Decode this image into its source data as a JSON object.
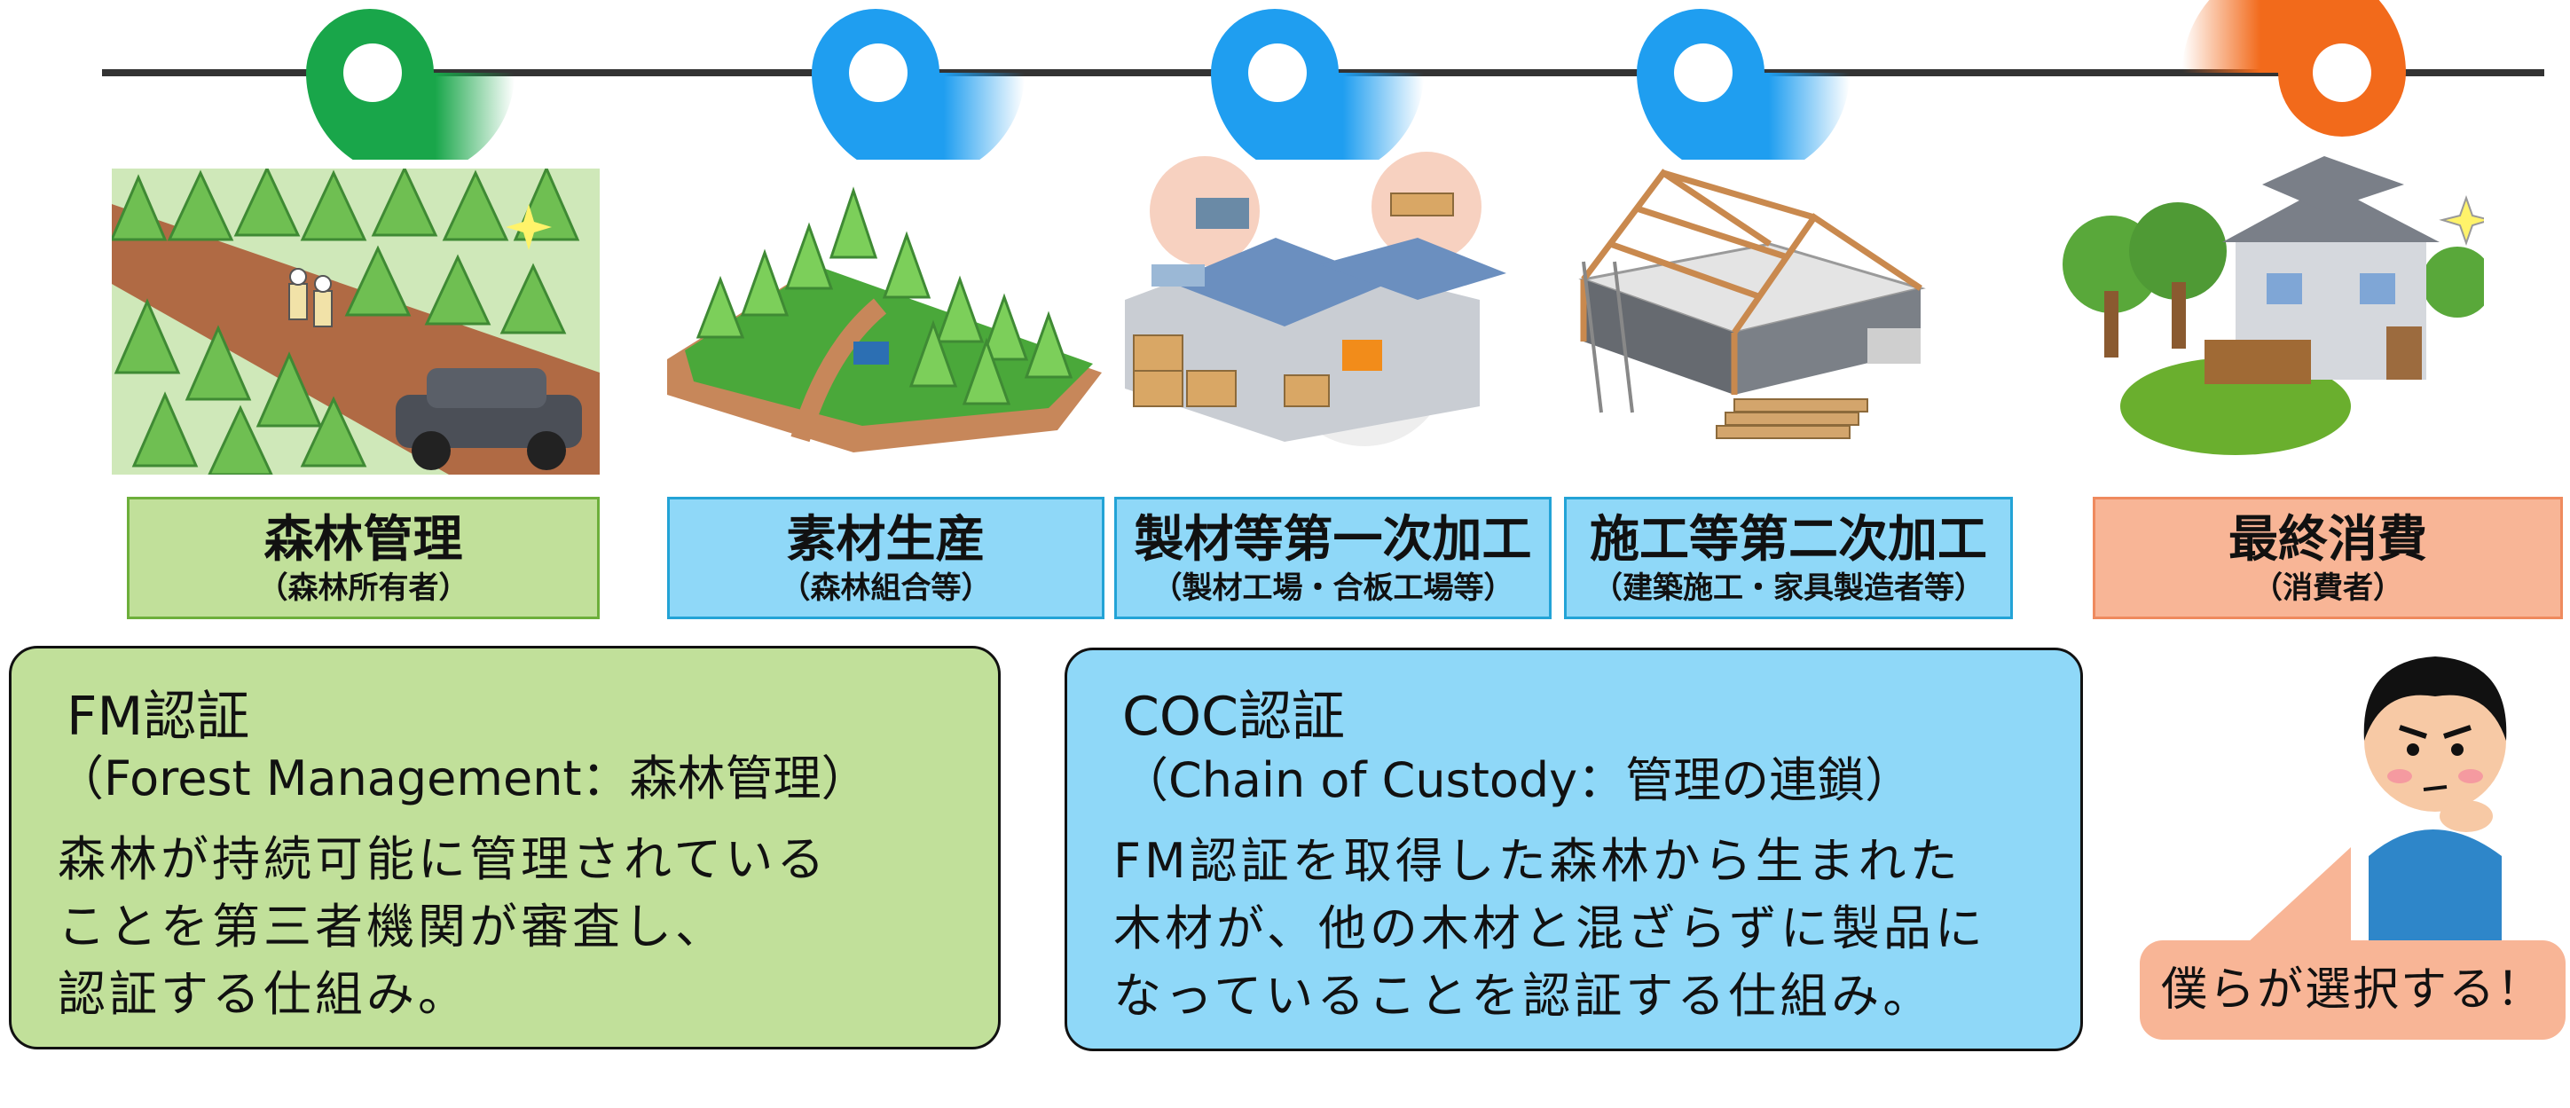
{
  "colors": {
    "green": "#19a64a",
    "blue": "#1f9ef0",
    "orange": "#f26a1b",
    "green_fill": "#c1e09a",
    "blue_fill": "#8fd8f8",
    "orange_fill": "#f8b596"
  },
  "stages": [
    {
      "title": "森林管理",
      "subtitle": "（森林所有者）",
      "color": "green",
      "illustration": "forest-management-illustration"
    },
    {
      "title": "素材生産",
      "subtitle": "（森林組合等）",
      "color": "blue",
      "illustration": "timber-production-illustration"
    },
    {
      "title": "製材等第一次加工",
      "subtitle": "（製材工場・合板工場等）",
      "color": "blue",
      "illustration": "sawmill-illustration"
    },
    {
      "title": "施工等第二次加工",
      "subtitle": "（建築施工・家具製造者等）",
      "color": "blue",
      "illustration": "house-construction-illustration"
    },
    {
      "title": "最終消費",
      "subtitle": "（消費者）",
      "color": "orange",
      "illustration": "consumer-house-illustration"
    }
  ],
  "certifications": {
    "fm": {
      "title": "FM認証",
      "subtitle": "（Forest Management：森林管理）",
      "description": [
        "森林が持続可能に管理されている",
        "ことを第三者機関が審査し、",
        "認証する仕組み。"
      ]
    },
    "coc": {
      "title": "COC認証",
      "subtitle": "（Chain of Custody：管理の連鎖）",
      "description": [
        "FM認証を取得した森林から生まれた",
        "木材が、他の木材と混ざらずに製品に",
        "なっていることを認証する仕組み。"
      ]
    }
  },
  "speech_bubble": {
    "text": "僕らが選択する！"
  },
  "character": {
    "icon": "thinking-boy-icon"
  }
}
